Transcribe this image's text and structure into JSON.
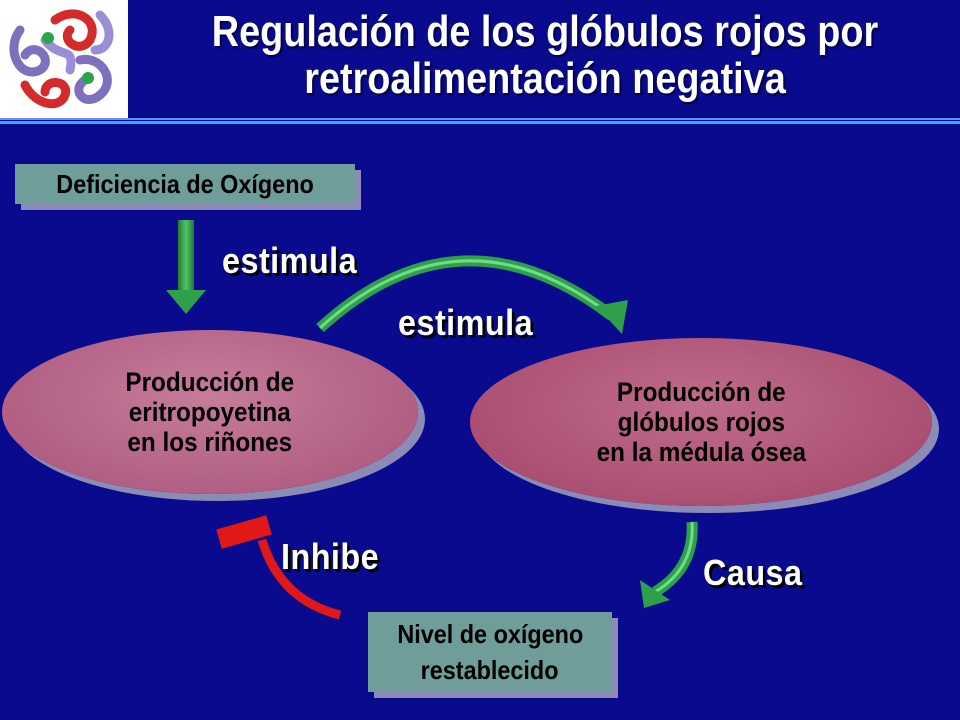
{
  "title": {
    "line1": "Regulación de los glóbulos rojos por",
    "line2": "retroalimentación negativa"
  },
  "logo": {
    "icon": "hemoglobin-molecule-icon"
  },
  "nodes": {
    "oxygen_deficiency": "Deficiencia de Oxígeno",
    "epo_production": "Producción  de\neritropoyetina\nen los riñones",
    "rbc_production": "Producción de\nglóbulos rojos\nen la médula ósea",
    "oxygen_restored": {
      "line1": "Nivel de oxígeno",
      "line2": "restablecido"
    }
  },
  "edges": {
    "stimulates_1": "estimula",
    "stimulates_2": "estimula",
    "causes": "Causa",
    "inhibits": "Inhibe"
  },
  "colors": {
    "background": "#0a0a8e",
    "box": "#6f9d9a",
    "ellipse_left": "#b9698a",
    "ellipse_right": "#b35a7a",
    "arrow_green": "#2fa04a",
    "inhibit_red": "#e01818"
  }
}
